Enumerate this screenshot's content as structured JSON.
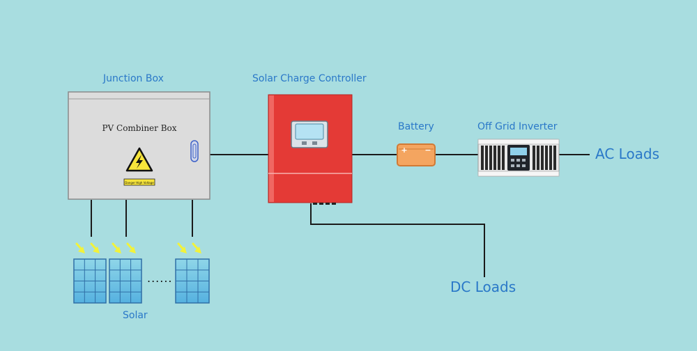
{
  "labels": {
    "junction_box": "Junction Box",
    "charge_controller": "Solar Charge Controller",
    "battery": "Battery",
    "inverter": "Off Grid Inverter",
    "ac_loads": "AC Loads",
    "dc_loads": "DC Loads",
    "solar": "Solar"
  },
  "junction_box": {
    "title": "PV Combiner Box",
    "warning_label": "Danger High Voltage"
  },
  "battery": {
    "plus": "+",
    "minus": "−"
  },
  "solar": {
    "ellipsis": "......"
  },
  "colors": {
    "background": "#a8dde0",
    "label": "#2a78c8",
    "controller": "#e43a36",
    "battery": "#f4a560",
    "panel": "#5bb7e8",
    "sun_arrow": "#f2f23a",
    "wire": "#1a1a1a"
  },
  "icons": {
    "warning": "high-voltage-warning-icon",
    "sun": "sun-ray-arrow-icon",
    "clip": "paper-clip-icon"
  }
}
